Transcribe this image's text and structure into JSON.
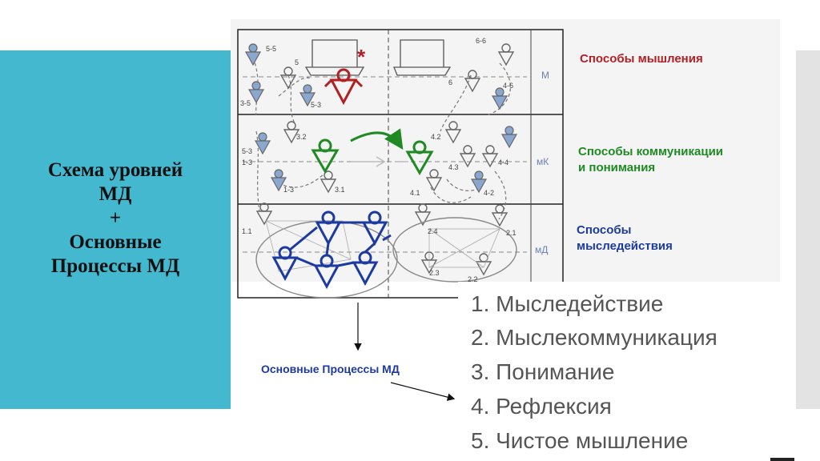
{
  "slide": {
    "title_lines": [
      "Схема уровней",
      "МД",
      "+",
      "Основные",
      "Процессы МД"
    ]
  },
  "diagram": {
    "level_labels": {
      "m": "М",
      "mk": "мК",
      "md": "мД"
    },
    "legend": {
      "m": "Способы мышления",
      "mk_line1": "Способы коммуникации",
      "mk_line2": "и понимания",
      "md_line1": "Способы",
      "md_line2": "мыследействия"
    },
    "node_labels": [
      "5-5",
      "5",
      "3-5",
      "5-3",
      "6-6",
      "6",
      "4-6",
      "3.2",
      "5-3",
      "1-3",
      "1-3",
      "3.1",
      "4.2",
      "4.3",
      "4-4",
      "4.1",
      "4-2",
      "1.1",
      "2.4",
      "2.1",
      "2.3",
      "2.2"
    ],
    "asterisk": "*"
  },
  "processes_label": "Основные Процессы МД",
  "processes": [
    "1. Мыследействие",
    "2. Мыслекоммуникация",
    "3. Понимание",
    "4. Рефлексия",
    "5. Чистое мышление"
  ],
  "colors": {
    "teal": "#44b8cf",
    "thinking_red": "#b21f24",
    "communication_green": "#1f8a24",
    "action_blue": "#1c3aa0"
  }
}
